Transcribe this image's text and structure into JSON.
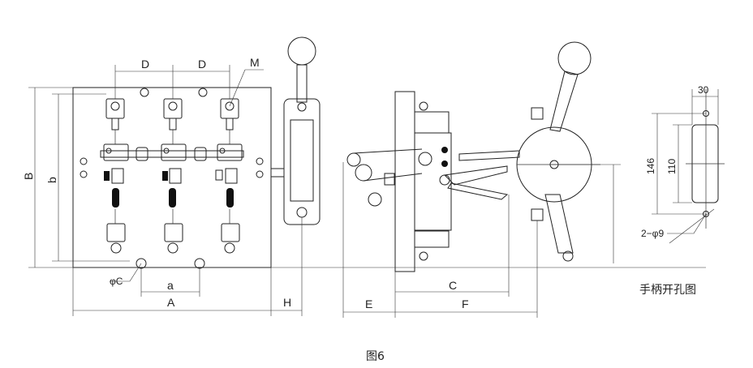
{
  "labels": {
    "D1": "D",
    "D2": "D",
    "M": "M",
    "B": "B",
    "b": "b",
    "phiC": "φC",
    "a": "a",
    "A": "A",
    "H": "H",
    "E": "E",
    "C": "C",
    "F": "F",
    "dim30": "30",
    "dim146": "146",
    "dim110": "110",
    "holes": "2−φ9"
  },
  "captions": {
    "handle_cutout": "手柄开孔图",
    "figure": "图6"
  }
}
